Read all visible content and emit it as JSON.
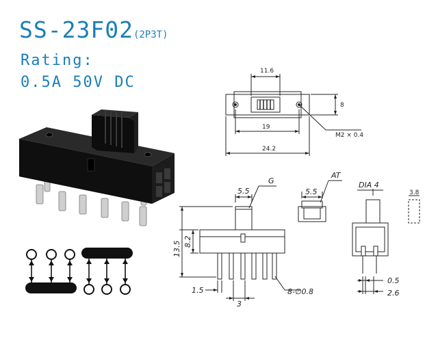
{
  "header": {
    "model": "SS-23F02",
    "poles": "(2P3T)",
    "rating_label": "Rating:",
    "rating_value": "0.5A  50V  DC"
  },
  "dimensions": {
    "top_view": {
      "slot_width": "11.6",
      "hole_spacing": "19",
      "body_length": "24.2",
      "body_height": "8",
      "screw": "M2 × 0.4"
    },
    "front_view": {
      "lever_width": "5.5",
      "lever_leader": "G",
      "total_height": "13.5",
      "body_height": "8.2",
      "pin_offset": "1.5",
      "pin_pitch": "3",
      "pin_hole": "8-∅0.8"
    },
    "lever_detail": {
      "width": "5.5",
      "label": "AT"
    },
    "side_view": {
      "label": "DIA 4",
      "dim_a": "0.5",
      "dim_b": "2.6"
    },
    "actuator_detail": {
      "width": "3.8"
    }
  },
  "colors": {
    "brand": "#1a7fb6",
    "line": "#222222",
    "body": "#111111"
  }
}
